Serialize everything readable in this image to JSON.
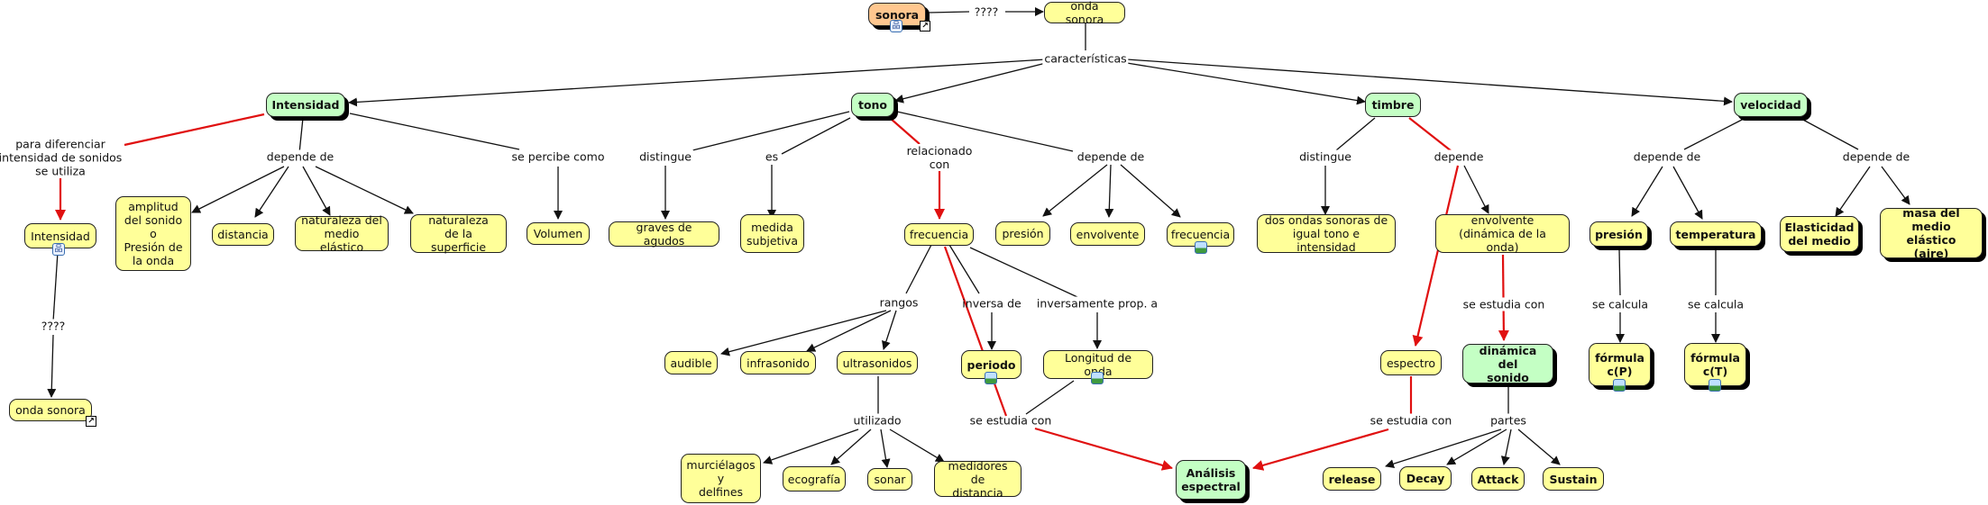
{
  "colors": {
    "concept_yellow": "#ffff99",
    "concept_green": "#c4ffc4",
    "concept_orange": "#ffc78f",
    "link_black": "#111111",
    "link_red": "#e01010"
  },
  "nodes": {
    "sonora": "sonora",
    "onda_sonora_top": "onda sonora",
    "intensidad": "Intensidad",
    "tono": "tono",
    "timbre": "timbre",
    "velocidad": "velocidad",
    "intensidad_sub": "Intensidad",
    "onda_sonora_bottom": "onda sonora",
    "amplitud": "amplitud\ndel sonido\no\nPresión de\nla onda",
    "distancia": "distancia",
    "nat_medio": "naturaleza del\nmedio elástico",
    "nat_superficie": "naturaleza\nde la superficie",
    "volumen": "Volumen",
    "graves": "graves de agudos",
    "medida": "medida\nsubjetiva",
    "frecuencia": "frecuencia",
    "presion_tono": "presión",
    "envolvente_tono": "envolvente",
    "frecuencia_tono": "frecuencia",
    "audible": "audible",
    "infrasonido": "infrasonido",
    "ultrasonidos": "ultrasonidos",
    "periodo": "periodo",
    "longitud": "Longitud de onda",
    "murcielagos": "murciélagos\ny\ndelfines",
    "ecografia": "ecografía",
    "sonar": "sonar",
    "medidores": "medidores de\ndistancia",
    "analisis": "Análisis\nespectral",
    "dos_ondas": "dos ondas sonoras de\nigual tono e intensidad",
    "envolvente_din": "envolvente\n(dinámica de la onda)",
    "espectro": "espectro",
    "dinamica": "dinámica del\nsonido",
    "release": "release",
    "decay": "Decay",
    "attack": "Attack",
    "sustain": "Sustain",
    "presion_vel": "presión",
    "temperatura": "temperatura",
    "elasticidad": "Elasticidad\ndel medio",
    "masa": "masa del\nmedio elástico\n(aire)",
    "formula_p": "fórmula\nc(P)",
    "formula_t": "fórmula\nc(T)"
  },
  "links": {
    "qqq_top": "????",
    "caracteristicas": "características",
    "para_diferenciar": "para diferenciar\nintensidad de sonidos\nse utiliza",
    "qqq_left": "????",
    "depende_int": "depende de",
    "se_percibe": "se percibe como",
    "distingue_tono": "distingue",
    "es": "es",
    "relacionado": "relacionado\ncon",
    "depende_tono": "depende de",
    "rangos": "rangos",
    "inversa": "inversa de",
    "inversamente": "inversamente prop. a",
    "utilizado": "utilizado",
    "se_estudia_1": "se estudia con",
    "distingue_timbre": "distingue",
    "depende_timbre": "depende",
    "se_estudia_2": "se estudia con",
    "se_estudia_3": "se estudia con",
    "partes": "partes",
    "depende_vel_1": "depende de",
    "depende_vel_2": "depende de",
    "se_calcula_1": "se calcula",
    "se_calcula_2": "se calcula"
  },
  "icons": {
    "submap": "sub-map-icon",
    "image": "image-icon",
    "shortcut": "shortcut-arrow-icon",
    "shortcut_glyph": "↗",
    "submap_glyph": "品"
  }
}
